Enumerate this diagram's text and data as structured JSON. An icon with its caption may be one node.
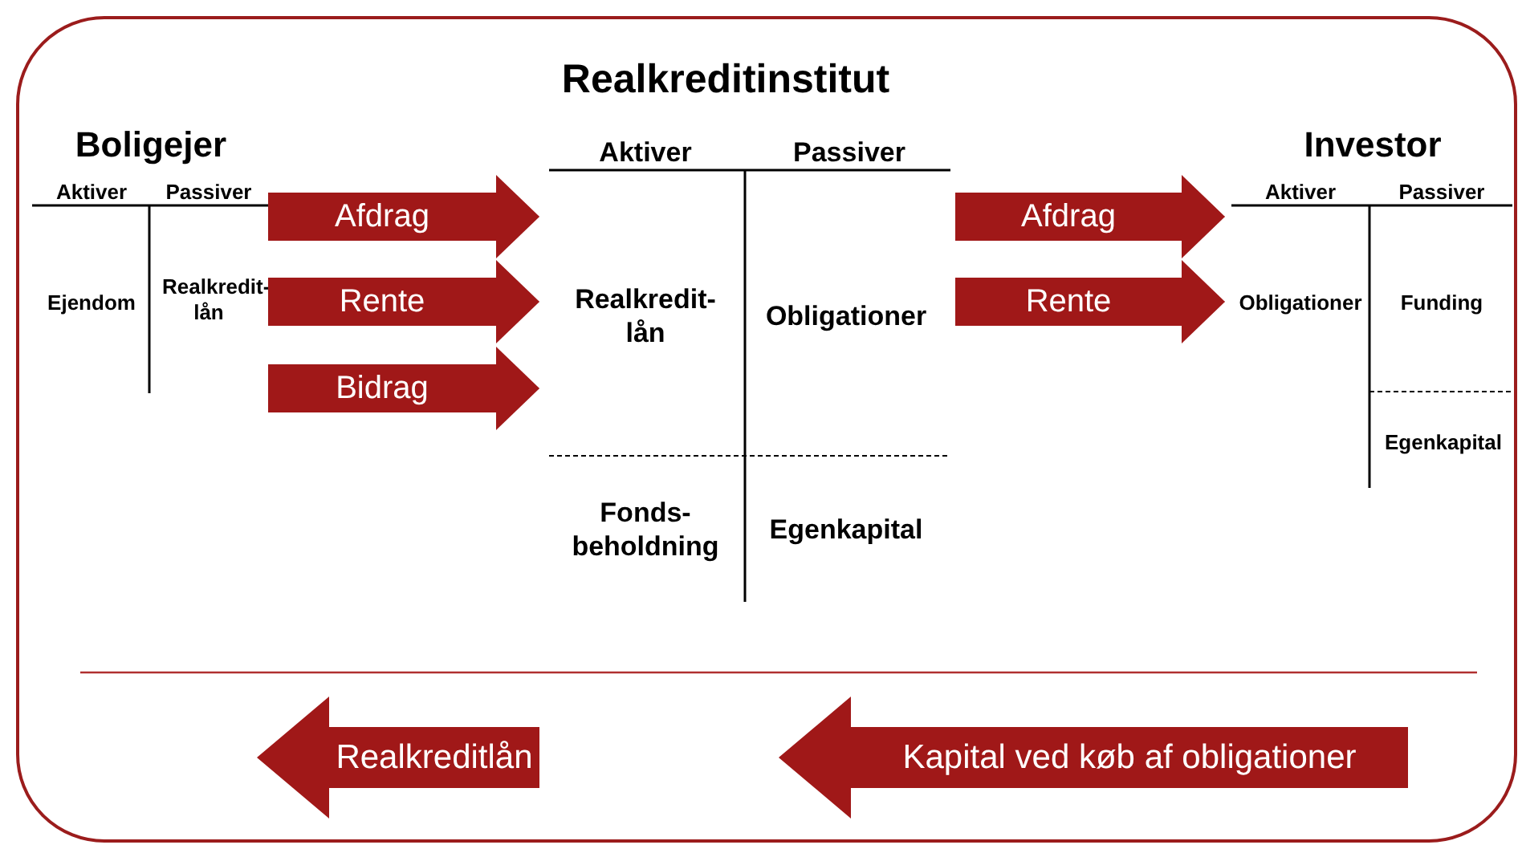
{
  "diagram": {
    "nodes": [
      {
        "text": [],
        "shape": "box"
      },
      {
        "text": [
          "Boligejer",
          "Aktiver",
          "Passiver",
          "Ejendom",
          "Realkredit- lån"
        ],
        "in": 0
      },
      {
        "text": [
          "Realkreditinstitut",
          "Aktiver",
          "Passiver",
          "Realkredit- lån",
          "Obligationer",
          "Fonds- beholdning",
          "Egenkapital"
        ],
        "in": 0
      },
      {
        "text": [
          "Investor",
          "Aktiver",
          "Passiver",
          "Obligationer",
          "Funding",
          "Egenkapital"
        ],
        "in": 0
      },
      {
        "text": [
          "Realkreditlån"
        ],
        "in": 0
      },
      {
        "text": [
          "Kapital ved køb af obligationer"
        ],
        "in": 0
      }
    ],
    "edges": [
      {
        "from": 1,
        "to": 2,
        "arrow": "to",
        "label": "Afdrag"
      },
      {
        "from": 1,
        "to": 2,
        "arrow": "to",
        "label": "Rente"
      },
      {
        "from": 1,
        "to": 2,
        "arrow": "to",
        "label": "Bidrag"
      },
      {
        "from": 2,
        "to": 3,
        "arrow": "to",
        "label": "Afdrag"
      },
      {
        "from": 2,
        "to": 3,
        "arrow": "to",
        "label": "Rente"
      }
    ]
  }
}
